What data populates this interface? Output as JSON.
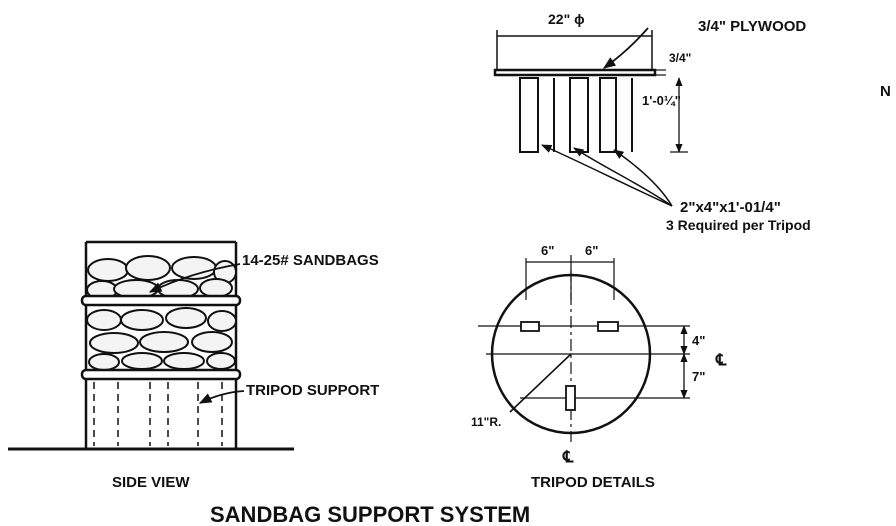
{
  "title": "SANDBAG SUPPORT SYSTEM",
  "side_view": {
    "label": "SIDE VIEW",
    "callout_sandbags": "14-25# SANDBAGS",
    "callout_tripod": "TRIPOD SUPPORT"
  },
  "tripod_details": {
    "label": "TRIPOD DETAILS",
    "callout_plywood": "3/4\" PLYWOOD",
    "dim_top_width": "22\" ϕ",
    "dim_plywood_thickness": "3/4\"",
    "dim_leg_height": "1'-0¼\"",
    "callout_legs": "2\"x4\"x1'-01/4\"",
    "callout_legs_note": "3 Required per Tripod",
    "dim_offset_left": "6\"",
    "dim_offset_right": "6\"",
    "dim_vertical_top": "4\"",
    "dim_vertical_bottom": "7\"",
    "radius_label": "11\"R.",
    "centerline_symbol_bottom": "℄",
    "centerline_symbol_right": "℄",
    "cutoff_letter": "N"
  },
  "colors": {
    "ink": "#111111",
    "paper": "#ffffff"
  }
}
